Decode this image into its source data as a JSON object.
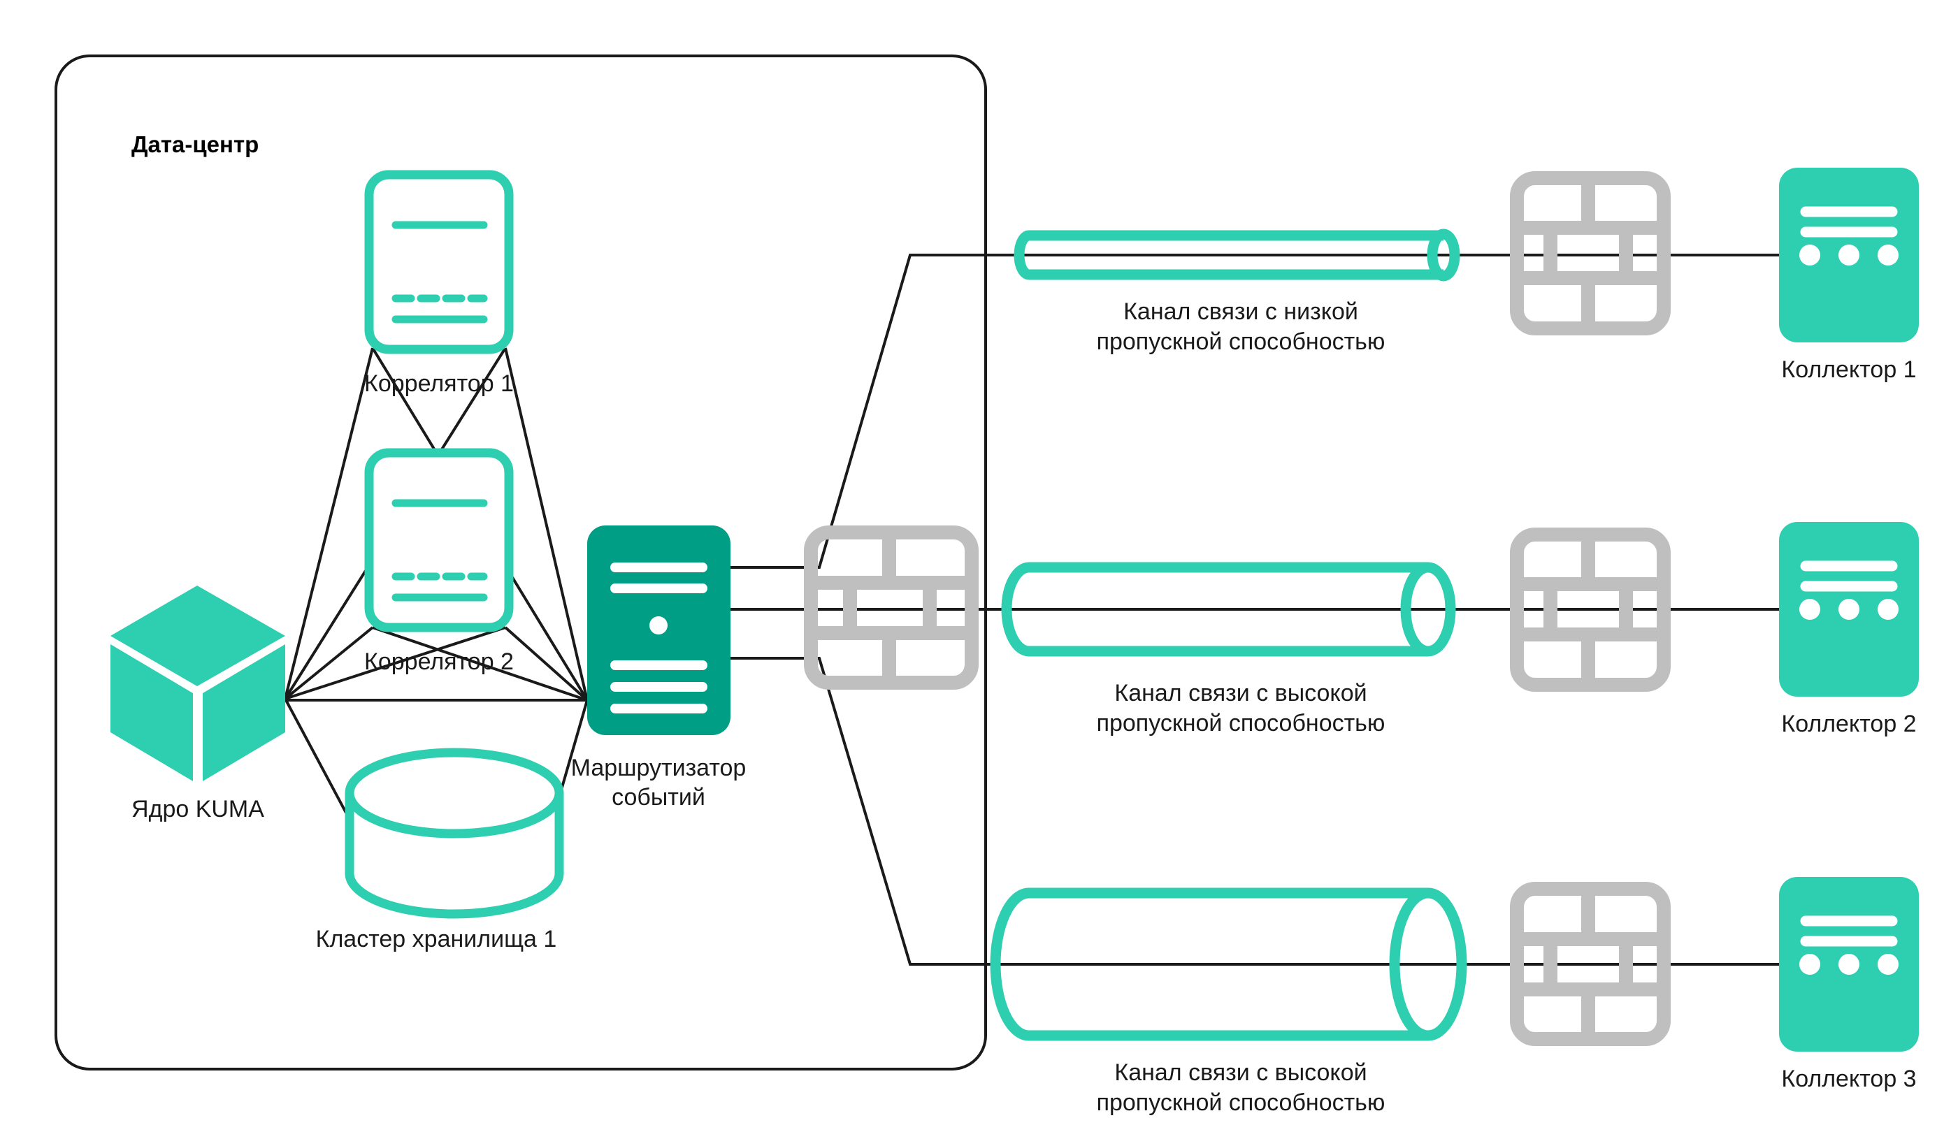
{
  "diagram": {
    "title": "Дата-центр",
    "type": "network-architecture-diagram",
    "colors": {
      "teal_light": "#2ECFB0",
      "teal_dark": "#009E84",
      "gray": "#BFBFBF",
      "line": "#1a1a1a",
      "background": "#FFFFFF"
    },
    "datacenter": {
      "label": "Дата-центр",
      "nodes": [
        {
          "id": "kuma-core",
          "label": "Ядро KUMA",
          "icon": "cube-icon"
        },
        {
          "id": "correlator-1",
          "label": "Коррелятор 1",
          "icon": "correlator-icon"
        },
        {
          "id": "correlator-2",
          "label": "Коррелятор 2",
          "icon": "correlator-icon"
        },
        {
          "id": "storage-cluster-1",
          "label": "Кластер хранилища 1",
          "icon": "database-icon"
        },
        {
          "id": "event-router",
          "label": "Маршрутизатор событий",
          "label_line1": "Маршрутизатор",
          "label_line2": "событий",
          "icon": "server-icon"
        }
      ]
    },
    "firewalls": [
      {
        "id": "firewall-inner",
        "label": "",
        "icon": "firewall-icon"
      },
      {
        "id": "firewall-top",
        "label": "",
        "icon": "firewall-icon"
      },
      {
        "id": "firewall-middle",
        "label": "",
        "icon": "firewall-icon"
      },
      {
        "id": "firewall-bottom",
        "label": "",
        "icon": "firewall-icon"
      }
    ],
    "channels": [
      {
        "id": "channel-low",
        "bandwidth": "low",
        "label": "Канал связи с низкой пропускной способностью",
        "label_line1": "Канал связи с низкой",
        "label_line2": "пропускной способностью",
        "icon": "thin-pipe-icon"
      },
      {
        "id": "channel-high-1",
        "bandwidth": "high",
        "label": "Канал связи с высокой пропускной способностью",
        "label_line1": "Канал связи с высокой",
        "label_line2": "пропускной способностью",
        "icon": "thick-pipe-icon"
      },
      {
        "id": "channel-high-2",
        "bandwidth": "high",
        "label": "Канал связи с высокой пропускной способностью",
        "label_line1": "Канал связи с высокой",
        "label_line2": "пропускной способностью",
        "icon": "thick-pipe-icon"
      }
    ],
    "collectors": [
      {
        "id": "collector-1",
        "label": "Коллектор 1",
        "icon": "collector-icon"
      },
      {
        "id": "collector-2",
        "label": "Коллектор 2",
        "icon": "collector-icon"
      },
      {
        "id": "collector-3",
        "label": "Коллектор 3",
        "icon": "collector-icon"
      }
    ]
  }
}
